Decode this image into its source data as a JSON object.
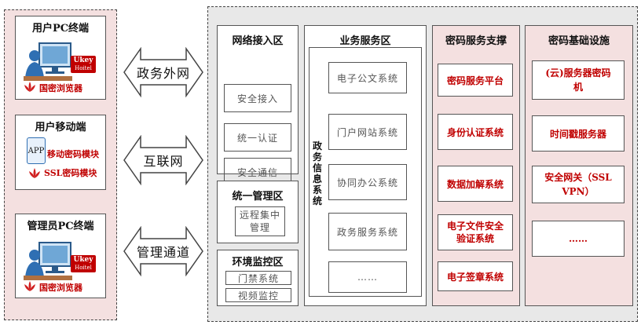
{
  "left": {
    "user_pc": {
      "title": "用户PC终端",
      "ukey": "Ukey",
      "ukey_sub": "Hoitel",
      "browser": "国密浏览器"
    },
    "user_mobile": {
      "title": "用户移动端",
      "app": "APP",
      "line1": "移动密码模块",
      "line2": "SSL密码模块"
    },
    "admin_pc": {
      "title": "管理员PC终端",
      "ukey": "Ukey",
      "ukey_sub": "Hoitel",
      "browser": "国密浏览器"
    }
  },
  "arrows": {
    "a1": "政务外网",
    "a2": "互联网",
    "a3": "管理通道"
  },
  "network_zone": {
    "title": "网络接入区",
    "items": [
      "安全接入",
      "统一认证",
      "安全通信"
    ]
  },
  "mgmt_zone": {
    "title": "统一管理区",
    "item": "远程集中管理"
  },
  "env_zone": {
    "title": "环境监控区",
    "items": [
      "门禁系统",
      "视频监控"
    ]
  },
  "business_zone": {
    "title": "业务服务区",
    "side_label": "政务信息系统",
    "items": [
      "电子公文系统",
      "门户网站系统",
      "协同办公系统",
      "政务服务系统",
      "……"
    ]
  },
  "crypto_support": {
    "title": "密码服务支撑",
    "items": [
      "密码服务平台",
      "身份认证系统",
      "数据加解系统",
      "电子文件安全验证系统",
      "电子签章系统"
    ]
  },
  "crypto_infra": {
    "title": "密码基础设施",
    "items": [
      "(云)服务器密码机",
      "时间戳服务器",
      "安全网关（SSL VPN）",
      "……"
    ]
  }
}
